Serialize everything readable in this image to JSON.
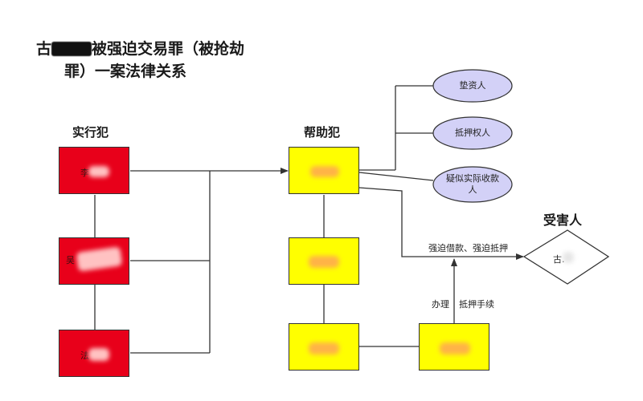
{
  "title": {
    "prefix": "古",
    "line1_rest": "被强迫交易罪（被抢劫",
    "line2": "罪）一案法律关系"
  },
  "labels": {
    "perpetrators": "实行犯",
    "accomplices": "帮助犯",
    "victim": "受害人"
  },
  "perpetrators": [
    {
      "name_visible": "李"
    },
    {
      "name_visible": "吴"
    },
    {
      "name_visible": "法"
    }
  ],
  "victim": {
    "name_visible": "古."
  },
  "related_parties": [
    {
      "label": "垫资人"
    },
    {
      "label": "抵押权人"
    },
    {
      "label": "疑似实际收款人"
    }
  ],
  "edges": {
    "coercion": "强迫借款、强迫抵押",
    "mortgage_left": "办理",
    "mortgage_right": "抵押手续"
  },
  "colors": {
    "perpetrator_fill": "#e8001a",
    "accomplice_fill": "#ffff00",
    "party_fill": "#d3d1f7",
    "line": "#333333"
  }
}
